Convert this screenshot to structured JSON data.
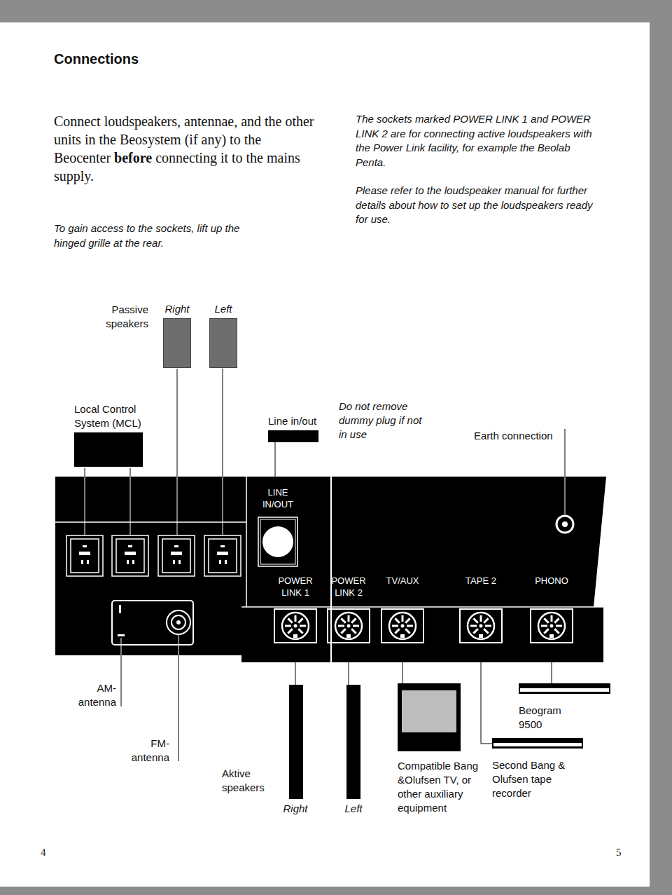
{
  "diagram": {
    "title": "Connections",
    "nodes": [
      {
        "text": [
          "Right"
        ]
      },
      {
        "text": [
          "Left"
        ]
      },
      {
        "text": [
          "Local Control System (MCL)"
        ]
      },
      {
        "text": [
          "Line in/out"
        ]
      },
      {
        "text": [
          "LINE IN/OUT"
        ]
      },
      {
        "text": [
          "POWER LINK 1"
        ]
      },
      {
        "text": [
          "POWER LINK 2"
        ]
      },
      {
        "text": [
          "TV/AUX"
        ]
      },
      {
        "text": [
          "TAPE 2"
        ]
      },
      {
        "text": [
          "PHONO"
        ]
      },
      {
        "text": [
          "Right"
        ]
      },
      {
        "text": [
          "Left"
        ]
      },
      {
        "text": [
          "Compatible Bang &Olufsen TV, or other auxiliary equipment"
        ]
      },
      {
        "text": [
          "Beogram 9500"
        ]
      },
      {
        "text": [
          "Second Bang & Olufsen tape recorder"
        ]
      }
    ],
    "edges": [
      {
        "from": 3,
        "to": 4,
        "arrow": "none"
      },
      {
        "from": 5,
        "to": 10,
        "arrow": "none"
      },
      {
        "from": 6,
        "to": 11,
        "arrow": "none"
      },
      {
        "from": 7,
        "to": 12,
        "arrow": "none"
      },
      {
        "from": 8,
        "to": 14,
        "arrow": "none"
      },
      {
        "from": 9,
        "to": 13,
        "arrow": "none"
      }
    ],
    "labels": [
      "Connect loudspeakers, antennae, and the other units in the Beosystem (if any) to the Beocenter",
      "before",
      "connecting it to the mains supply.",
      "To gain access to the sockets, lift up the hinged grille at the rear.",
      "The sockets marked POWER LINK 1 and POWER LINK 2 are for connecting active loudspeakers with the Power Link facility, for example the Beolab Penta.",
      "Please refer to the loudspeaker manual for further details about how to set up the loudspeakers ready for use.",
      "Passive speakers",
      "Do not remove dummy plug if not in use",
      "Earth connection",
      "AM- antenna",
      "FM- antenna",
      "Aktive speakers",
      "4",
      "5"
    ]
  }
}
